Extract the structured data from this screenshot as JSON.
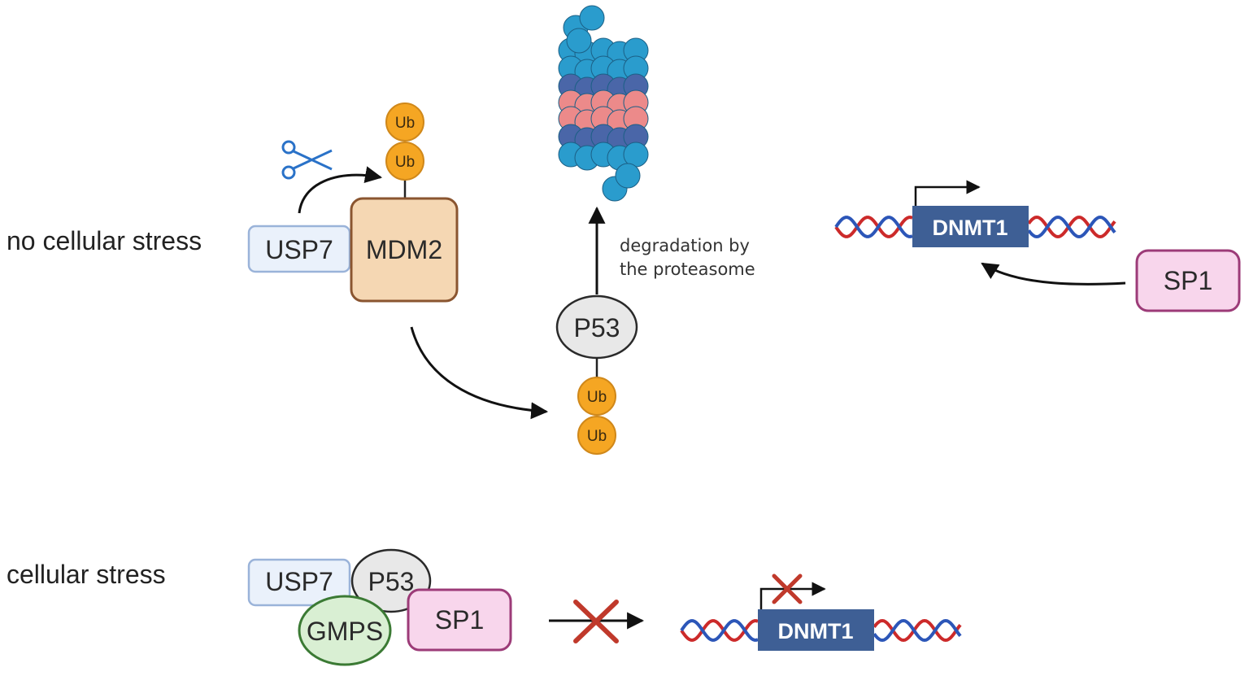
{
  "conditions": {
    "no_stress": "no cellular stress",
    "stress": "cellular stress"
  },
  "proteins": {
    "usp7": "USP7",
    "mdm2": "MDM2",
    "p53": "P53",
    "sp1": "SP1",
    "gmps": "GMPS",
    "ub": "Ub"
  },
  "gene": "DNMT1",
  "degradation": {
    "line1": "degradation by",
    "line2": "the proteasome"
  },
  "icons": [
    "scissors-icon",
    "proteasome-icon",
    "dna-helix-icon",
    "inhibition-cross-icon",
    "transcription-start-arrow-icon"
  ],
  "colors": {
    "usp7_fill": "#eaf1fb",
    "usp7_stroke": "#9ab3d9",
    "mdm2_fill": "#f5d7b3",
    "mdm2_stroke": "#8a5530",
    "p53_fill": "#e8e8e8",
    "sp1_fill": "#f8d6ec",
    "sp1_stroke": "#9c3b78",
    "gmps_fill": "#d9efd3",
    "gmps_stroke": "#3b7a34",
    "ub_fill": "#f5a623",
    "gene_fill": "#3e5f95",
    "dna_red": "#cc2a2a",
    "dna_blue": "#2c56b8",
    "proteasome_cyan": "#2a9ccd",
    "proteasome_navy": "#4a66a8",
    "proteasome_pink": "#ec8a8a",
    "inhibit_red": "#c0392b"
  }
}
